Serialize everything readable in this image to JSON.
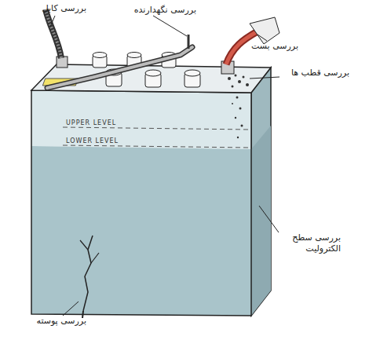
{
  "diagram": {
    "labels": [
      "بررسی کابل",
      "بررسی نگهدارنده",
      "بررسی بست",
      "بررسی قطب ها",
      "بررسی سطح الکترولیت",
      "بررسی پوسته",
      "UPPER LEVEL",
      "LOWER LEVEL"
    ]
  }
}
